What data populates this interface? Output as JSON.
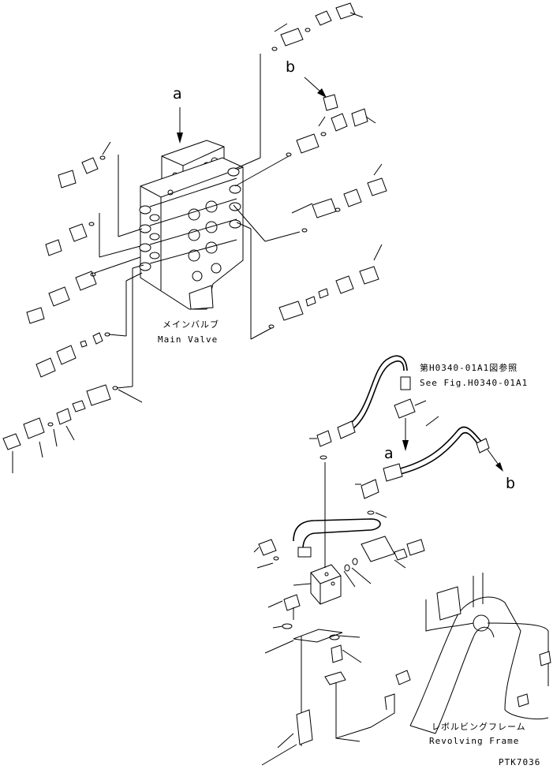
{
  "labels": {
    "main_valve_jp": "メインバルブ",
    "main_valve_en": "Main Valve",
    "ref_jp": "第H0340-01A1図参照",
    "ref_en": "See Fig.H0340-01A1",
    "frame_jp": "レボルビングフレーム",
    "frame_en": "Revolving Frame",
    "drawing_no": "PTK7036"
  },
  "callouts": {
    "a_top": "a",
    "b_top": "b",
    "a_mid": "a",
    "b_mid": "b"
  }
}
